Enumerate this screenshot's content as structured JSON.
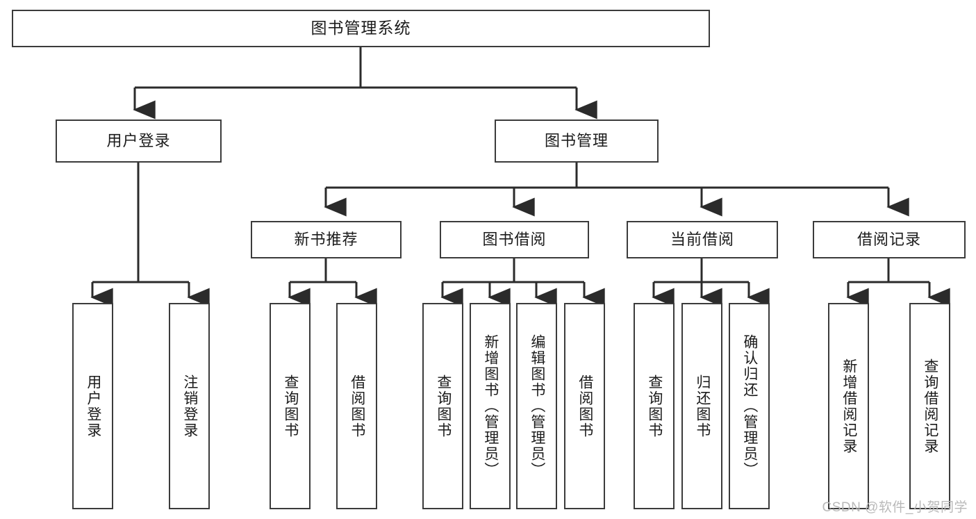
{
  "diagram": {
    "type": "tree-hierarchy",
    "title": "图书管理系统",
    "orientation": "top-down",
    "colors": {
      "box_border": "#3b3b3b",
      "box_fill": "#ffffff",
      "edge": "#2b2b2b",
      "text": "#1b1b1b",
      "watermark": "#b9b9b9",
      "background": "#ffffff"
    },
    "levels": {
      "root": {
        "label": "图书管理系统"
      },
      "level2": [
        {
          "label": "用户登录"
        },
        {
          "label": "图书管理"
        }
      ],
      "level3": [
        {
          "label": "新书推荐"
        },
        {
          "label": "图书借阅"
        },
        {
          "label": "当前借阅"
        },
        {
          "label": "借阅记录"
        }
      ],
      "leaves": {
        "user_login": [
          {
            "label": "用户登录"
          },
          {
            "label": "注销登录"
          }
        ],
        "new_book_recommend": [
          {
            "label": "查询图书"
          },
          {
            "label": "借阅图书"
          }
        ],
        "book_borrow": [
          {
            "label": "查询图书"
          },
          {
            "label": "新增图书（管理员）"
          },
          {
            "label": "编辑图书（管理员）"
          },
          {
            "label": "借阅图书"
          }
        ],
        "current_borrow": [
          {
            "label": "查询图书"
          },
          {
            "label": "归还图书"
          },
          {
            "label": "确认归还（管理员）"
          }
        ],
        "borrow_records": [
          {
            "label": "新增借阅记录"
          },
          {
            "label": "查询借阅记录"
          }
        ]
      }
    }
  },
  "watermark": {
    "text": "CSDN @软件_小贺同学"
  }
}
